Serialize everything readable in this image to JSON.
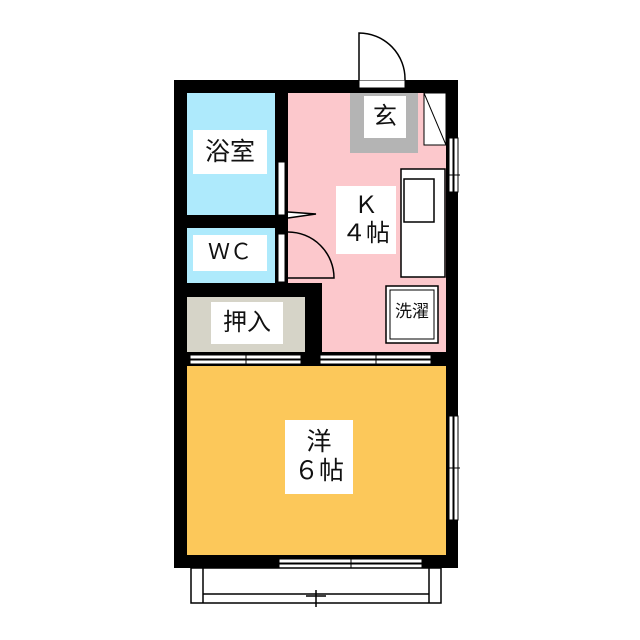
{
  "rooms": {
    "bath": {
      "label": "浴室",
      "color": "#aeeafc"
    },
    "wc": {
      "label": "ＷＣ",
      "color": "#aeeafc"
    },
    "closet": {
      "label": "押入",
      "color": "#d6d4c8"
    },
    "entrance": {
      "label": "玄",
      "color": "#b4b4b4"
    },
    "kitchen": {
      "label": "Ｋ",
      "size": "４帖",
      "color": "#fcc8cc"
    },
    "laundry": {
      "label": "洗濯"
    },
    "western": {
      "label": "洋",
      "size": "６帖",
      "color": "#fcc85a"
    }
  },
  "wall_color": "#000000"
}
